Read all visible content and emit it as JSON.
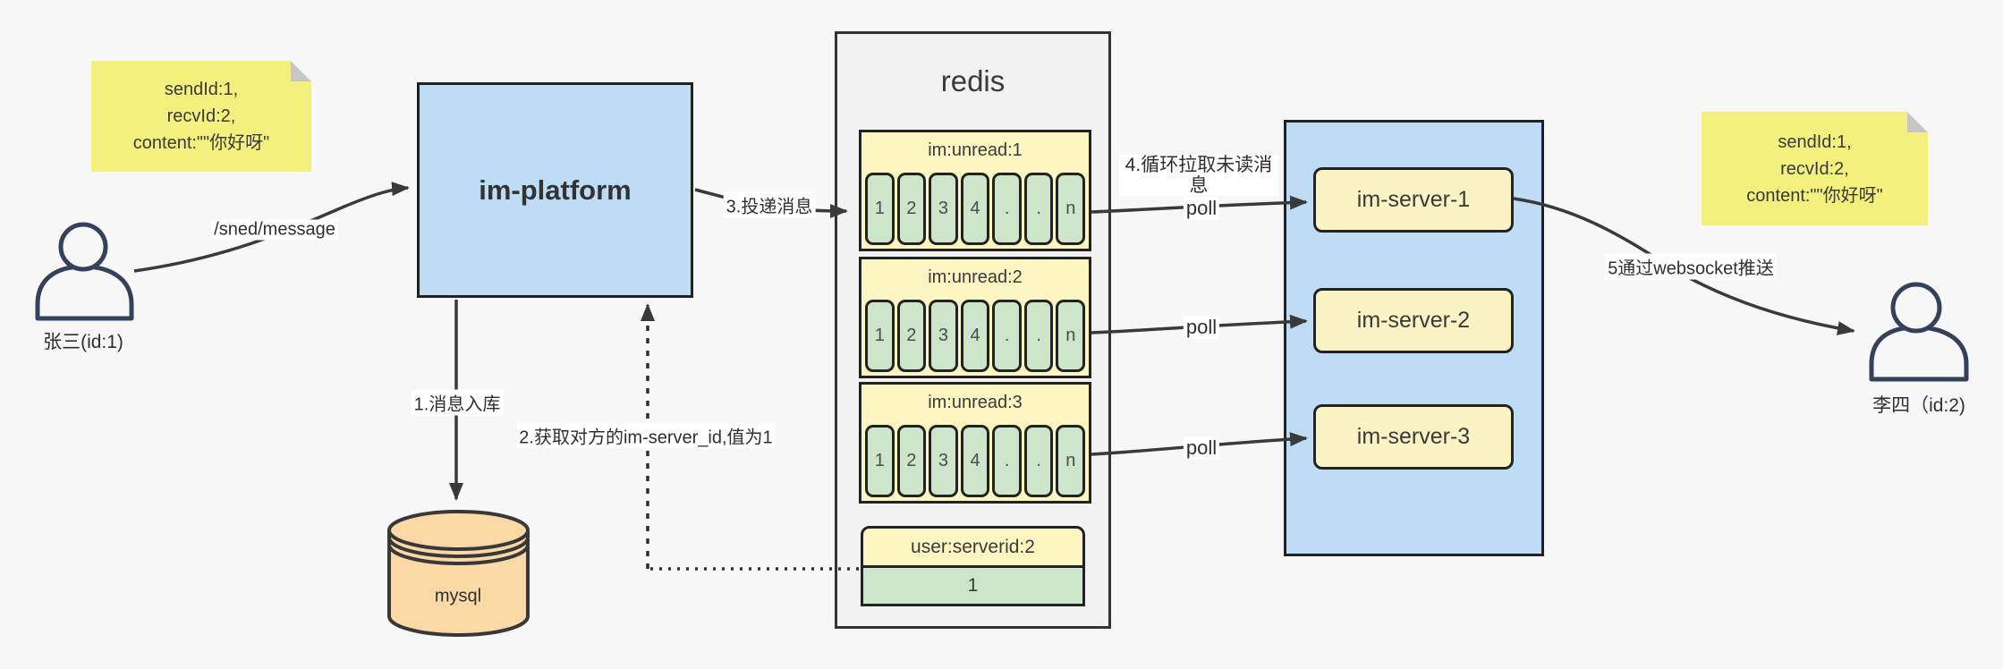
{
  "diagram": {
    "notes": {
      "left": {
        "lines": [
          "sendId:1,",
          "recvId:2,",
          "content:\"\"你好呀\""
        ]
      },
      "right": {
        "lines": [
          "sendId:1,",
          "recvId:2,",
          "content:\"\"你好呀\""
        ]
      }
    },
    "actors": {
      "sender": {
        "label": "张三(id:1)"
      },
      "receiver": {
        "label": "李四（id:2)"
      }
    },
    "platform": {
      "label": "im-platform"
    },
    "database": {
      "label": "mysql"
    },
    "redis": {
      "title": "redis",
      "queues": [
        {
          "name": "im:unread:1",
          "cells": [
            "1",
            "2",
            "3",
            "4",
            ".",
            ".",
            "n"
          ]
        },
        {
          "name": "im:unread:2",
          "cells": [
            "1",
            "2",
            "3",
            "4",
            ".",
            ".",
            "n"
          ]
        },
        {
          "name": "im:unread:3",
          "cells": [
            "1",
            "2",
            "3",
            "4",
            ".",
            ".",
            "n"
          ]
        }
      ],
      "kv": {
        "key": "user:serverid:2",
        "value": "1"
      }
    },
    "servers": [
      {
        "label": "im-server-1"
      },
      {
        "label": "im-server-2"
      },
      {
        "label": "im-server-3"
      }
    ],
    "flows": {
      "send_api": "/sned/message",
      "step1": "1.消息入库",
      "step2": "2.获取对方的im-server_id,值为1",
      "step3": "3.投递消息",
      "step4": "4.循环拉取未读消息",
      "step5": "5通过websocket推送",
      "poll": "poll"
    },
    "colors": {
      "background": "#f7f7f7",
      "note_yellow": "#f4f07e",
      "panel_blue": "#bedcf5",
      "panel_gray": "#f2f2f2",
      "block_yellow": "#fdf6c3",
      "cell_green": "#cde5cb",
      "server_yellow": "#fbf3c4",
      "db_orange": "#fad9a7",
      "line": "#3a3a3a"
    }
  }
}
